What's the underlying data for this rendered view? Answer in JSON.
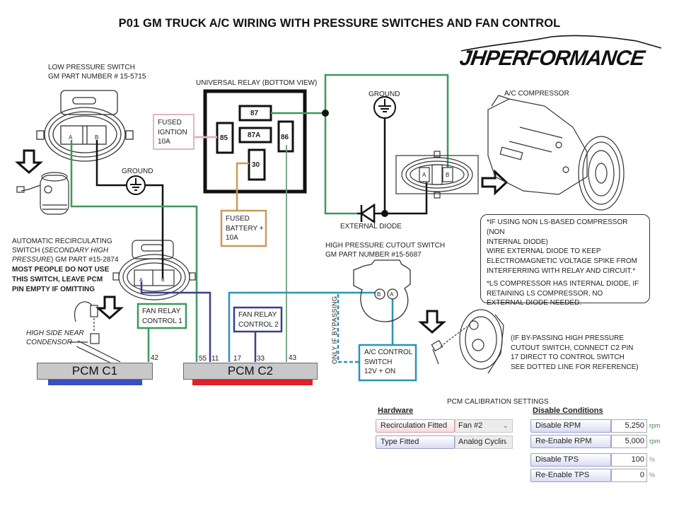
{
  "title": "P01 GM TRUCK A/C WIRING WITH PRESSURE SWITCHES AND FAN CONTROL",
  "logo": "JHPERFORMANCE",
  "components": {
    "low_pressure_switch": {
      "line1": "LOW PRESSURE SWITCH",
      "line2": "GM PART NUMBER # 15-5715",
      "pin_a": "A",
      "pin_b": "B"
    },
    "ground_left": "GROUND",
    "ground_right": "GROUND",
    "relay": {
      "title": "UNIVERSAL RELAY (BOTTOM VIEW)",
      "pins": {
        "p87": "87",
        "p87a": "87A",
        "p85": "85",
        "p86": "86",
        "p30": "30"
      }
    },
    "fused_ignition": "FUSED\nIGNTION\n10A",
    "fused_battery": "FUSED\nBATTERY +\n10A",
    "external_diode": "EXTERNAL DIODE",
    "compressor": {
      "label": "A/C COMPRESSOR",
      "pin_a": "A",
      "pin_b": "B"
    },
    "recirc_switch": {
      "line1": "AUTOMATIC RECIRCULATING",
      "line2_a": "SWITCH (",
      "line2_b": "SECONDARY HIGH",
      "line3_a": "PRESSURE",
      "line3_b": ") GM PART #15-2874",
      "warn1": "MOST PEOPLE DO NOT USE",
      "warn2": "THIS SWITCH, LEAVE PCM",
      "warn3": "PIN EMPTY IF OMITTING",
      "pin_a": "A",
      "pin_b": "B"
    },
    "high_side": {
      "line1": "HIGH SIDE NEAR",
      "line2": "CONDENSOR"
    },
    "fan_relay_1": "FAN RELAY\nCONTROL 1",
    "fan_relay_2": "FAN RELAY\nCONTROL 2",
    "high_pressure_switch": {
      "line1": "HIGH PRESSURE CUTOUT SWITCH",
      "line2": "GM PART NUMBER #15-5687",
      "pin_a": "A",
      "pin_b": "B"
    },
    "bypass_label": "ONLY IF BYPASSING",
    "ac_control_switch": "A/C CONTROL\nSWITCH\n12V + ON",
    "bypass_note": "(IF BY-PASSING HIGH PRESSURE\nCUTOUT SWITCH, CONNECT C2 PIN\n17 DIRECT TO CONTROL SWITCH\nSEE DOTTED LINE  FOR REFERENCE)",
    "diode_note": {
      "p1": "*IF USING NON LS-BASED COMPRESSOR (NON\nINTERNAL DIODE)\nWIRE EXTERNAL DIODE TO KEEP\nELECTROMAGNETIC VOLTAGE SPIKE FROM\nINTERFERRING WITH RELAY AND CIRCUIT.*",
      "p2": "*LS COMPRESSOR HAS INTERNAL DIODE, IF\nRETAINING LS COMPRESSOR, NO\nEXTERNAL DIODE NEEDED."
    }
  },
  "pcm": {
    "c1": {
      "label": "PCM C1",
      "pins": [
        "42"
      ],
      "bar_color": "#3a4fbf"
    },
    "c2": {
      "label": "PCM C2",
      "pins": [
        "55",
        "11",
        "17",
        "33",
        "43"
      ],
      "bar_color": "#e0202a"
    }
  },
  "wire_colors": {
    "green": "#3a9a5c",
    "navy": "#3b3f8f",
    "cyan": "#2a93b8",
    "black": "#111111",
    "pink": "#e2b4c6",
    "tan": "#c89a5a",
    "gray_green": "#6aa07a"
  },
  "calibration": {
    "title": "PCM CALIBRATION SETTINGS",
    "hardware": {
      "heading": "Hardware",
      "rows": [
        {
          "label": "Recirculation Fitted",
          "value": "Fan #2"
        },
        {
          "label": "Type Fitted",
          "value": "Analog Cyclin"
        }
      ]
    },
    "disable": {
      "heading": "Disable Conditions",
      "rows": [
        {
          "label": "Disable RPM",
          "value": "5,250",
          "unit": "rpm"
        },
        {
          "label": "Re-Enable RPM",
          "value": "5,000",
          "unit": "rpm"
        },
        {
          "label": "Disable TPS",
          "value": "100",
          "unit": "%"
        },
        {
          "label": "Re-Enable TPS",
          "value": "0",
          "unit": "%"
        }
      ]
    }
  }
}
